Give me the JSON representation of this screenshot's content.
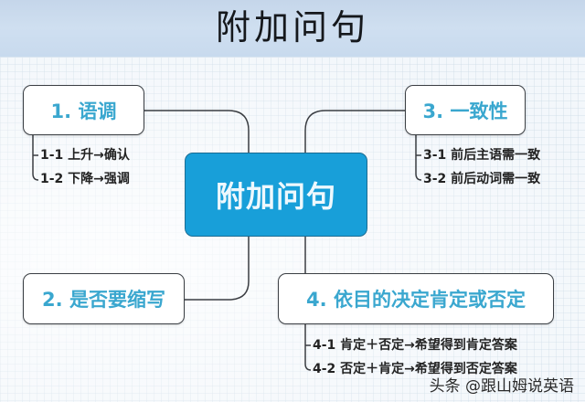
{
  "header": {
    "title": "附加问句"
  },
  "center_node": {
    "label": "附加问句",
    "color": "#189fd9"
  },
  "branches": [
    {
      "label": "1. 语调",
      "items": [
        "1-1 上升→确认",
        "1-2 下降→强调"
      ]
    },
    {
      "label": "2. 是否要缩写",
      "items": []
    },
    {
      "label": "3. 一致性",
      "items": [
        "3-1 前后主语需一致",
        "3-2 前后动词需一致"
      ]
    },
    {
      "label": "4. 依目的决定肯定或否定",
      "items": [
        "4-1 肯定＋否定→希望得到肯定答案",
        "4-2 否定＋肯定→希望得到否定答案"
      ]
    }
  ],
  "colors": {
    "branch_text": "#3aa7cf",
    "center_fill": "#189fd9",
    "banner": "#c8daee"
  },
  "watermark": "头条 @跟山姆说英语"
}
